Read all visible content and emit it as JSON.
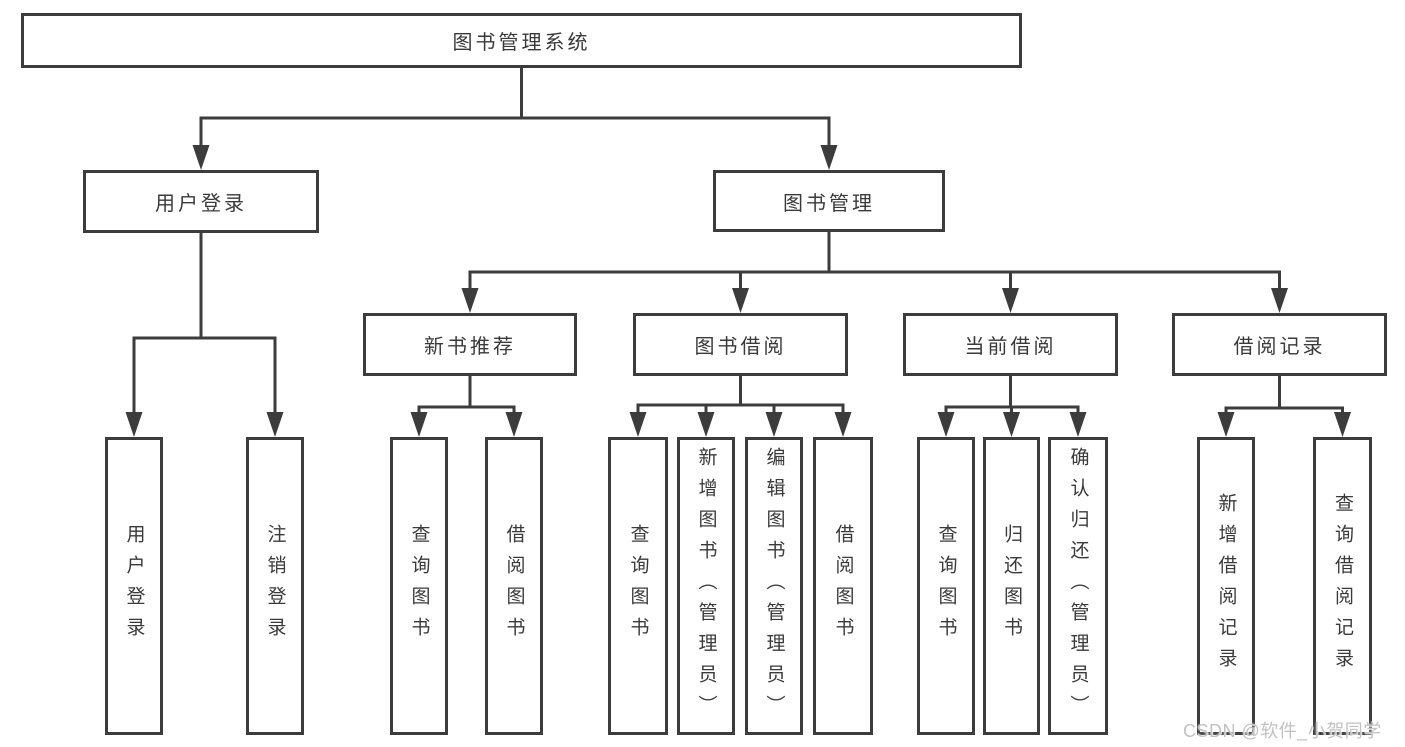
{
  "tree": {
    "root": {
      "label": "图书管理系统"
    },
    "level2": {
      "user_login": {
        "label": "用户登录",
        "children": {
          "login": "用户登录",
          "logout": "注销登录"
        }
      },
      "book_mgmt": {
        "label": "图书管理",
        "sections": {
          "new_book": {
            "label": "新书推荐",
            "children": {
              "query": "查询图书",
              "borrow": "借阅图书"
            }
          },
          "borrow": {
            "label": "图书借阅",
            "children": {
              "query": "查询图书",
              "add": "新增图书（管理员）",
              "edit": "编辑图书（管理员）",
              "borrow": "借阅图书"
            }
          },
          "current": {
            "label": "当前借阅",
            "children": {
              "query": "查询图书",
              "return": "归还图书",
              "confirm": "确认归还（管理员）"
            }
          },
          "record": {
            "label": "借阅记录",
            "children": {
              "add": "新增借阅记录",
              "query": "查询借阅记录"
            }
          }
        }
      }
    },
    "watermark": "CSDN @软件_小贺同学",
    "colors": {
      "line": "#3c3c3c",
      "text": "#3a3a3a",
      "background": "#ffffff",
      "watermark": "#c2c2c2"
    }
  }
}
